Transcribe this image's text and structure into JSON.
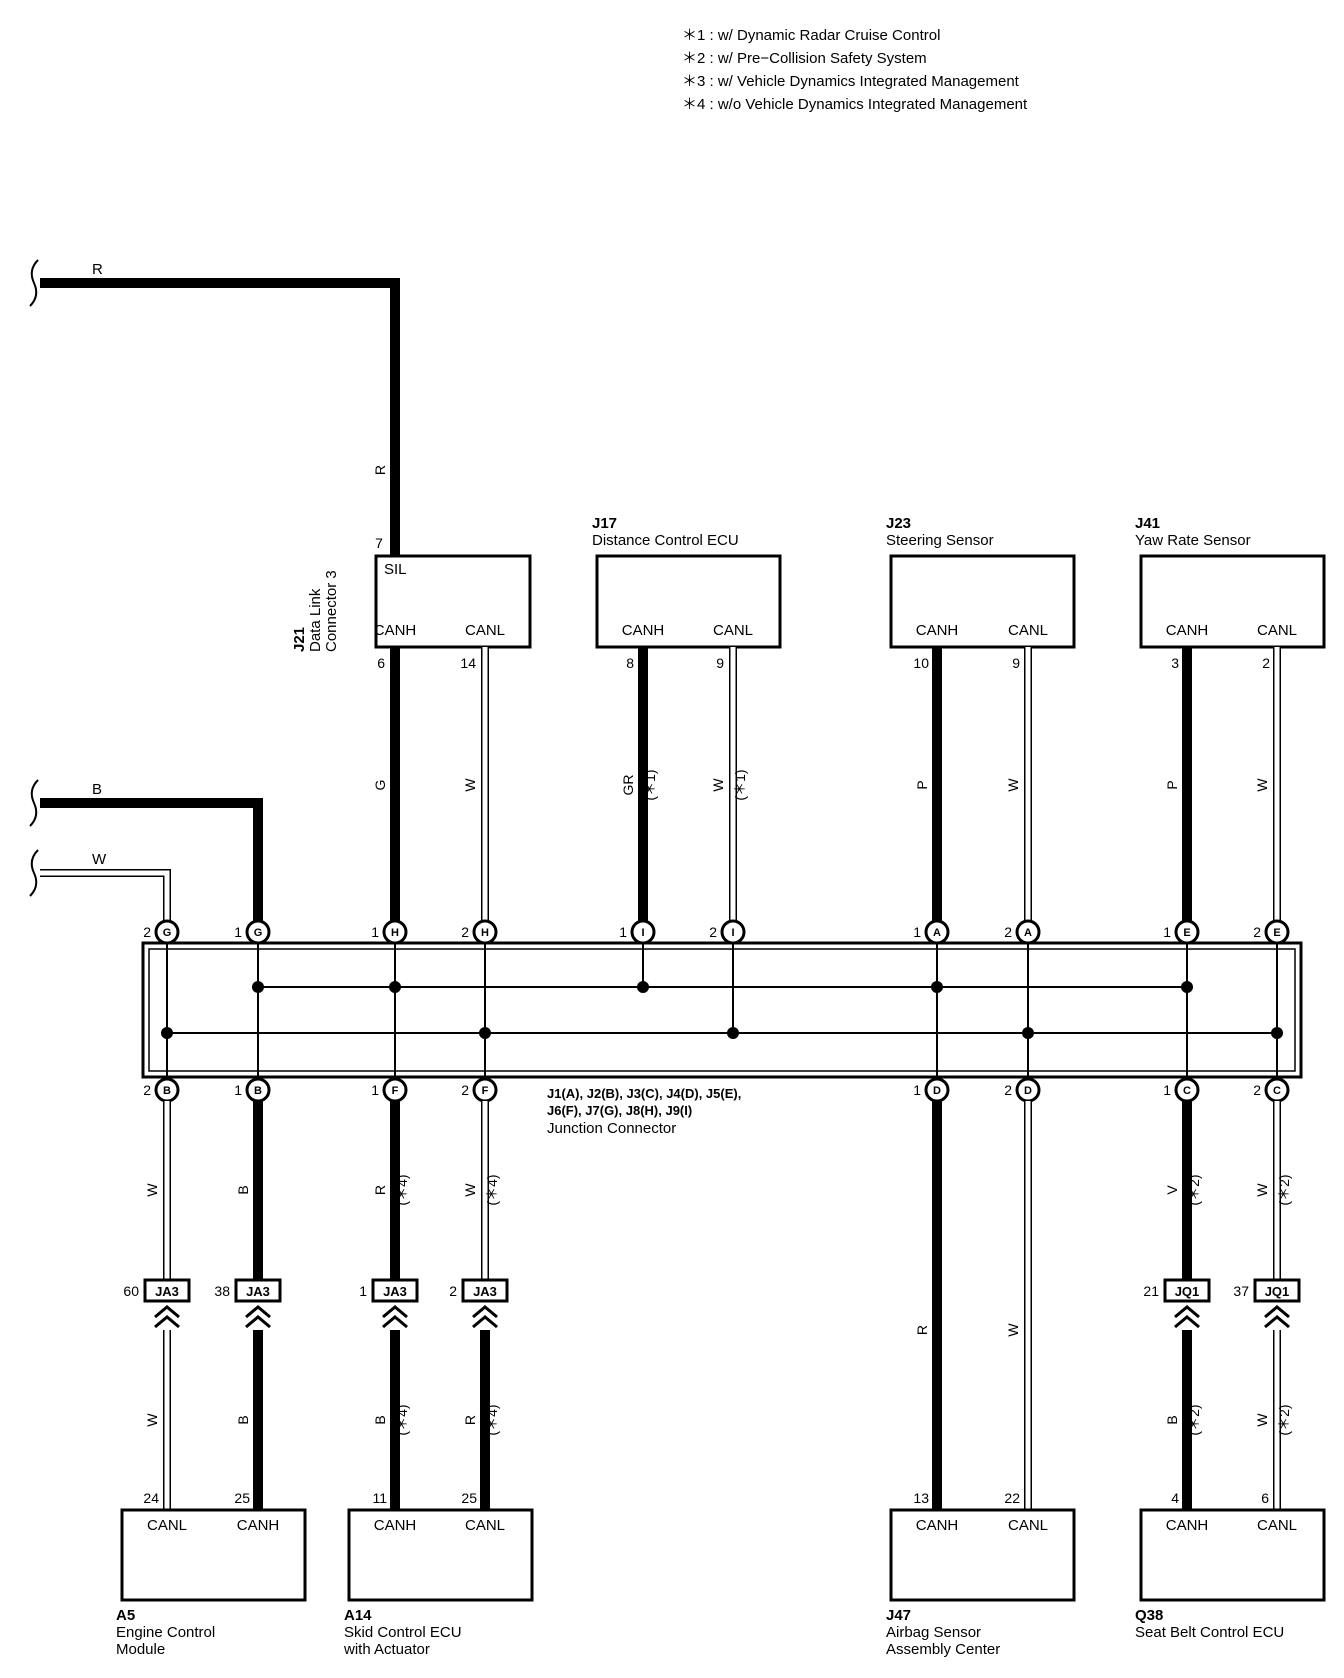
{
  "notes": [
    "＊1 : w/ Dynamic Radar Cruise Control",
    "＊2 : w/ Pre−Collision Safety System",
    "＊3 : w/ Vehicle Dynamics Integrated Management",
    "＊4 : w/o Vehicle Dynamics Integrated Management"
  ],
  "top_ecus": [
    {
      "code": "J21",
      "name_lines": [
        "Data Link",
        "Connector 3"
      ],
      "extra_term": "SIL",
      "extra_pin": "7",
      "left_term": "CANH",
      "right_term": "CANL",
      "left_pin": "6",
      "right_pin": "14",
      "left_wire": "G",
      "right_wire": "W",
      "left_cond": "",
      "right_cond": ""
    },
    {
      "code": "J17",
      "name_lines": [
        "Distance Control ECU"
      ],
      "left_term": "CANH",
      "right_term": "CANL",
      "left_pin": "8",
      "right_pin": "9",
      "left_wire": "GR",
      "right_wire": "W",
      "left_cond": "(＊1)",
      "right_cond": "(＊1)"
    },
    {
      "code": "J23",
      "name_lines": [
        "Steering Sensor"
      ],
      "left_term": "CANH",
      "right_term": "CANL",
      "left_pin": "10",
      "right_pin": "9",
      "left_wire": "P",
      "right_wire": "W",
      "left_cond": "",
      "right_cond": ""
    },
    {
      "code": "J41",
      "name_lines": [
        "Yaw Rate Sensor"
      ],
      "left_term": "CANH",
      "right_term": "CANL",
      "left_pin": "3",
      "right_pin": "2",
      "left_wire": "P",
      "right_wire": "W",
      "left_cond": "",
      "right_cond": ""
    }
  ],
  "offpage": [
    {
      "wire": "R"
    },
    {
      "wire": "B"
    },
    {
      "wire": "W"
    }
  ],
  "junction": {
    "label_lines": [
      "J1(A), J2(B), J3(C), J4(D), J5(E),",
      "J6(F), J7(G), J8(H), J9(I)",
      "Junction Connector"
    ],
    "top_pins": [
      {
        "num": "2",
        "letter": "G"
      },
      {
        "num": "1",
        "letter": "G"
      },
      {
        "num": "1",
        "letter": "H"
      },
      {
        "num": "2",
        "letter": "H"
      },
      {
        "num": "1",
        "letter": "I"
      },
      {
        "num": "2",
        "letter": "I"
      },
      {
        "num": "1",
        "letter": "A"
      },
      {
        "num": "2",
        "letter": "A"
      },
      {
        "num": "1",
        "letter": "E"
      },
      {
        "num": "2",
        "letter": "E"
      }
    ],
    "bottom_pins": [
      {
        "num": "2",
        "letter": "B"
      },
      {
        "num": "1",
        "letter": "B"
      },
      {
        "num": "1",
        "letter": "F"
      },
      {
        "num": "2",
        "letter": "F"
      },
      {
        "num": "1",
        "letter": "D"
      },
      {
        "num": "2",
        "letter": "D"
      },
      {
        "num": "1",
        "letter": "C"
      },
      {
        "num": "2",
        "letter": "C"
      }
    ]
  },
  "upper_lower_wires": [
    {
      "wire": "W",
      "cond": ""
    },
    {
      "wire": "B",
      "cond": ""
    },
    {
      "wire": "R",
      "cond": "(＊4)"
    },
    {
      "wire": "W",
      "cond": "(＊4)"
    },
    {
      "wire": "R",
      "cond": ""
    },
    {
      "wire": "W",
      "cond": ""
    },
    {
      "wire": "V",
      "cond": "(＊2)"
    },
    {
      "wire": "W",
      "cond": "(＊2)"
    }
  ],
  "inline_connectors": [
    {
      "pin": "60",
      "name": "JA3"
    },
    {
      "pin": "38",
      "name": "JA3"
    },
    {
      "pin": "1",
      "name": "JA3"
    },
    {
      "pin": "2",
      "name": "JA3"
    },
    {
      "pin": "21",
      "name": "JQ1"
    },
    {
      "pin": "37",
      "name": "JQ1"
    }
  ],
  "lower_wires": [
    {
      "wire": "W",
      "cond": ""
    },
    {
      "wire": "B",
      "cond": ""
    },
    {
      "wire": "B",
      "cond": "(＊4)"
    },
    {
      "wire": "R",
      "cond": "(＊4)"
    },
    {
      "wire": "B",
      "cond": "(＊2)"
    },
    {
      "wire": "W",
      "cond": "(＊2)"
    }
  ],
  "bottom_ecus": [
    {
      "code": "A5",
      "name_lines": [
        "Engine Control",
        "Module"
      ],
      "left_term": "CANL",
      "right_term": "CANH",
      "left_pin": "24",
      "right_pin": "25"
    },
    {
      "code": "A14",
      "name_lines": [
        "Skid Control ECU",
        "with Actuator"
      ],
      "left_term": "CANH",
      "right_term": "CANL",
      "left_pin": "11",
      "right_pin": "25"
    },
    {
      "code": "J47",
      "name_lines": [
        "Airbag Sensor",
        "Assembly Center"
      ],
      "left_term": "CANH",
      "right_term": "CANL",
      "left_pin": "13",
      "right_pin": "22"
    },
    {
      "code": "Q38",
      "name_lines": [
        "Seat Belt Control ECU"
      ],
      "left_term": "CANH",
      "right_term": "CANL",
      "left_pin": "4",
      "right_pin": "6"
    }
  ]
}
